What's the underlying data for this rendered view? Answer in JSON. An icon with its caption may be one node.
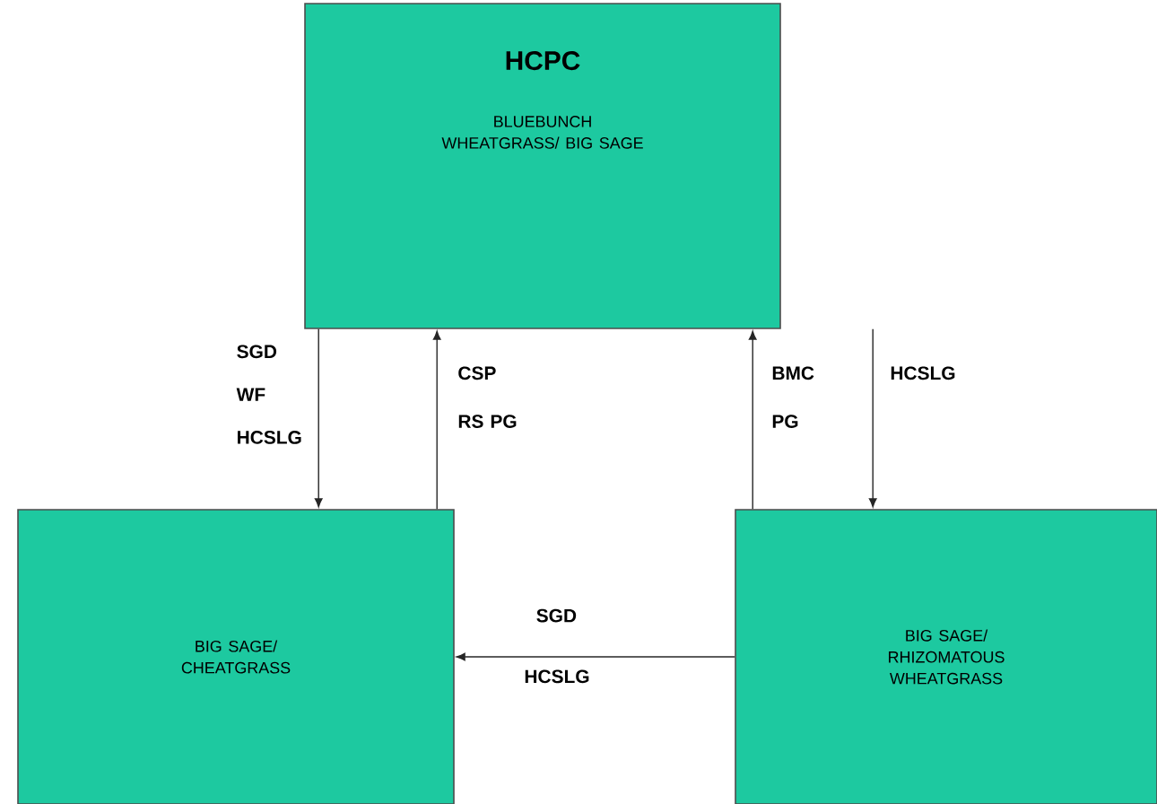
{
  "diagram": {
    "nodes": [
      {
        "text": [
          "HCPC",
          "BLUEBUNCH WHEATGRASS/ BIG SAGE"
        ]
      },
      {
        "text": [
          "BIG SAGE/ CHEATGRASS"
        ]
      },
      {
        "text": [
          "BIG SAGE/ RHIZOMATOUS WHEATGRASS"
        ]
      }
    ],
    "edges": [
      {
        "from": 0,
        "to": 1,
        "arrow": "to",
        "label": "SGD WF HCSLG"
      },
      {
        "from": 1,
        "to": 0,
        "arrow": "to",
        "label": "CSP RS PG"
      },
      {
        "from": 2,
        "to": 0,
        "arrow": "to",
        "label": "BMC PG"
      },
      {
        "from": 0,
        "to": 2,
        "arrow": "to",
        "label": "HCSLG"
      },
      {
        "from": 2,
        "to": 1,
        "arrow": "to",
        "label": "SGD HCSLG"
      }
    ]
  }
}
